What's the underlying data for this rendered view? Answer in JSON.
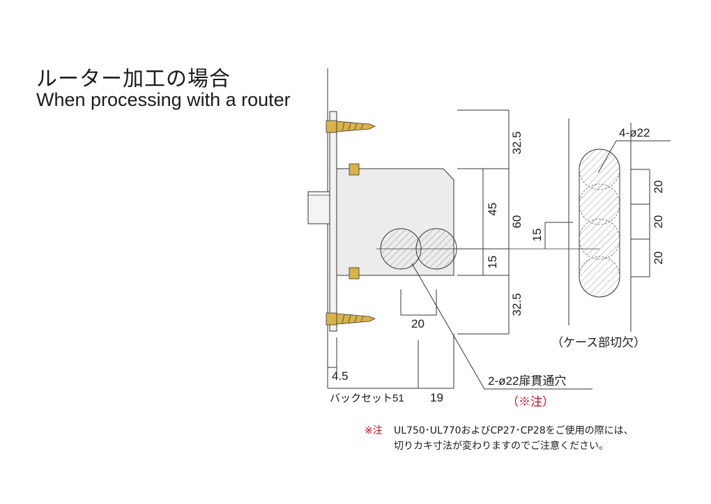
{
  "title": {
    "ja": "ルーター加工の場合",
    "en": "When processing with a router"
  },
  "dimensions": {
    "top_32_5": "32.5",
    "d45": "45",
    "d60": "60",
    "d15_inner": "15",
    "d15_mid": "15",
    "bottom_32_5": "32.5",
    "d20_holes": "20",
    "d4_5": "4.5",
    "backset": "バックセット51",
    "d19": "19",
    "case_20_a": "20",
    "case_20_b": "20",
    "case_20_c": "20",
    "case_holes": "4-ø22"
  },
  "labels": {
    "through_hole": "2-ø22扉貫通穴",
    "note_ref": "（※注）",
    "case_cutout": "（ケース部切欠）"
  },
  "notes": {
    "mark": "※注",
    "line1": "UL750･UL770およびCP27･CP28をご使用の際には、",
    "line2": "切りカキ寸法が変わりますのでご注意ください。"
  },
  "colors": {
    "accent_red": "#d6001c",
    "body_fill": "#ececec",
    "brass": "#d9b24a"
  }
}
